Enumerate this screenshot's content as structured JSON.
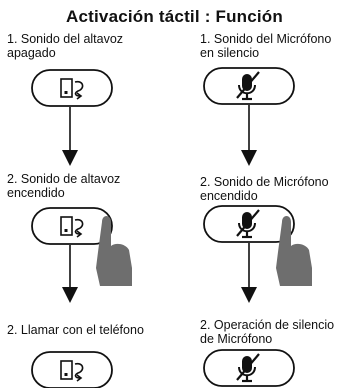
{
  "title": "Activación táctil : Función",
  "left_column": {
    "step1": [
      "1. Sonido del altavoz",
      "apagado"
    ],
    "step2": [
      "2. Sonido de altavoz",
      "encendido"
    ],
    "step3": [
      "2. Llamar con el teléfono"
    ]
  },
  "right_column": {
    "step1": [
      "1. Sonido del Micrófono",
      "en silencio"
    ],
    "step2": [
      "2. Sonido de Micrófono",
      "encendido"
    ],
    "step3": [
      "2. Operación de silencio",
      "de Micrófono"
    ]
  },
  "icons": {
    "left_button": "phone-swap-icon",
    "right_button": "muted-microphone-icon",
    "touch": "finger-touch-icon"
  },
  "colors": {
    "ink": "#111111",
    "finger": "#6e6e6e"
  }
}
